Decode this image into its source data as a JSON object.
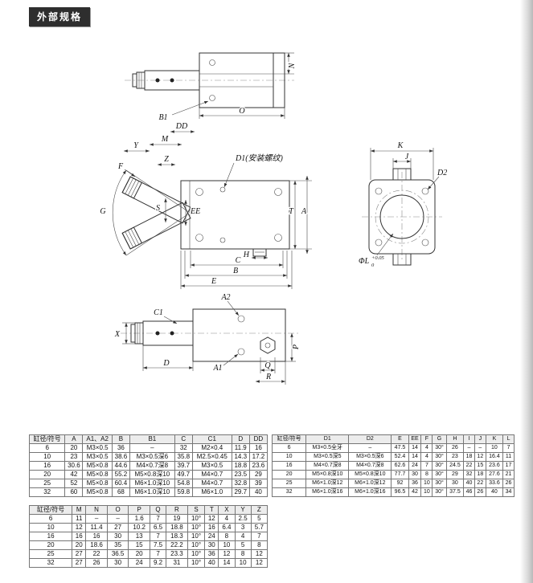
{
  "header": {
    "title": "外部规格"
  },
  "drawing": {
    "labels": {
      "b1": "B1",
      "o": "O",
      "n": "N",
      "y": "Y",
      "m": "M",
      "dd": "DD",
      "z": "Z",
      "f": "F",
      "g": "G",
      "s": "S",
      "ee": "EE",
      "d1_note": "D1(安装螺纹)",
      "h": "H",
      "c": "C",
      "b": "B",
      "e": "E",
      "t": "T",
      "a": "A",
      "k": "K",
      "j": "J",
      "d2": "D2",
      "phi_l": "ΦL",
      "tol_sup": "+0.05",
      "tol_sub": "0",
      "c1": "C1",
      "x": "X",
      "d": "D",
      "a1": "A1",
      "a2": "A2",
      "q": "Q",
      "r": "R",
      "p": "P"
    }
  },
  "tables": {
    "t1": {
      "headers": [
        "缸径/符号",
        "A",
        "A1、A2",
        "B",
        "B1",
        "C",
        "C1",
        "D",
        "DD"
      ],
      "rows": [
        [
          "6",
          "20",
          "M3×0.5",
          "36",
          "–",
          "32",
          "M2×0.4",
          "11.9",
          "16"
        ],
        [
          "10",
          "23",
          "M3×0.5",
          "38.6",
          "M3×0.5深6",
          "35.8",
          "M2.5×0.45",
          "14.3",
          "17.2"
        ],
        [
          "16",
          "30.6",
          "M5×0.8",
          "44.6",
          "M4×0.7深8",
          "39.7",
          "M3×0.5",
          "18.8",
          "23.6"
        ],
        [
          "20",
          "42",
          "M5×0.8",
          "55.2",
          "M5×0.8深10",
          "49.7",
          "M4×0.7",
          "23.5",
          "29"
        ],
        [
          "25",
          "52",
          "M5×0.8",
          "60.4",
          "M6×1.0深10",
          "54.8",
          "M4×0.7",
          "32.8",
          "39"
        ],
        [
          "32",
          "60",
          "M5×0.8",
          "68",
          "M6×1.0深10",
          "59.8",
          "M6×1.0",
          "29.7",
          "40"
        ]
      ]
    },
    "t2": {
      "headers": [
        "缸径/符号",
        "D1",
        "D2",
        "E",
        "EE",
        "F",
        "G",
        "H",
        "I",
        "J",
        "K",
        "L"
      ],
      "rows": [
        [
          "6",
          "M3×0.5全牙",
          "–",
          "47.5",
          "14",
          "4",
          "30°",
          "26",
          "–",
          "–",
          "10",
          "7"
        ],
        [
          "10",
          "M3×0.5深5",
          "M3×0.5深6",
          "52.4",
          "14",
          "4",
          "30°",
          "23",
          "18",
          "12",
          "16.4",
          "11"
        ],
        [
          "16",
          "M4×0.7深8",
          "M4×0.7深8",
          "62.6",
          "24",
          "7",
          "30°",
          "24.5",
          "22",
          "15",
          "23.6",
          "17"
        ],
        [
          "20",
          "M5×0.8深10",
          "M5×0.8深10",
          "77.7",
          "30",
          "8",
          "30°",
          "29",
          "32",
          "18",
          "27.6",
          "21"
        ],
        [
          "25",
          "M6×1.0深12",
          "M6×1.0深12",
          "92",
          "36",
          "10",
          "30°",
          "30",
          "40",
          "22",
          "33.6",
          "26"
        ],
        [
          "32",
          "M6×1.0深16",
          "M6×1.0深16",
          "96.5",
          "42",
          "10",
          "30°",
          "37.5",
          "46",
          "26",
          "40",
          "34"
        ]
      ]
    },
    "t3": {
      "headers": [
        "缸径/符号",
        "M",
        "N",
        "O",
        "P",
        "Q",
        "R",
        "S",
        "T",
        "X",
        "Y",
        "Z"
      ],
      "rows": [
        [
          "6",
          "11",
          "–",
          "–",
          "1.6",
          "7",
          "19",
          "10°",
          "12",
          "4",
          "2.5",
          "5"
        ],
        [
          "10",
          "12",
          "11.4",
          "27",
          "10.2",
          "6.5",
          "18.8",
          "10°",
          "16",
          "6.4",
          "3",
          "5.7"
        ],
        [
          "16",
          "16",
          "16",
          "30",
          "13",
          "7",
          "18.3",
          "10°",
          "24",
          "8",
          "4",
          "7"
        ],
        [
          "20",
          "20",
          "18.6",
          "35",
          "15",
          "7.5",
          "22.2",
          "10°",
          "30",
          "10",
          "5",
          "8"
        ],
        [
          "25",
          "27",
          "22",
          "36.5",
          "20",
          "7",
          "23.3",
          "10°",
          "36",
          "12",
          "8",
          "12"
        ],
        [
          "32",
          "27",
          "26",
          "30",
          "24",
          "9.2",
          "31",
          "10°",
          "40",
          "14",
          "10",
          "12"
        ]
      ]
    }
  }
}
